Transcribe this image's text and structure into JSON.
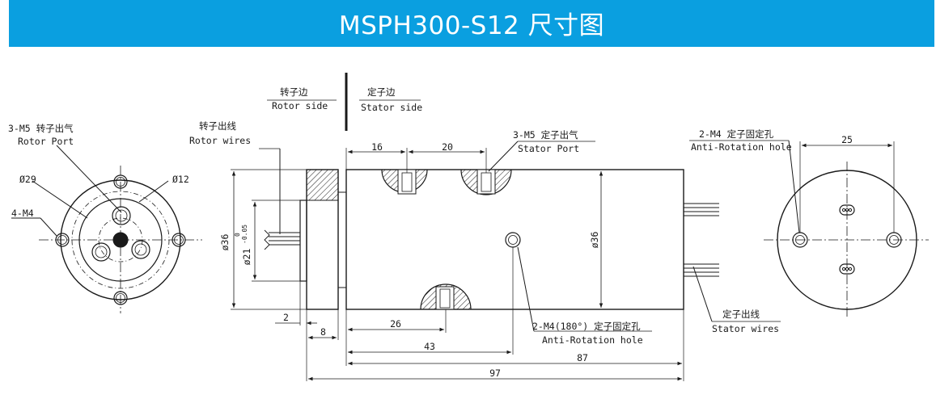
{
  "banner": {
    "title": "MSPH300-S12 尺寸图"
  },
  "side_labels": {
    "rotor_cn": "转子边",
    "rotor_en": "Rotor side",
    "stator_cn": "定子边",
    "stator_en": "Stator side"
  },
  "callouts": {
    "rotor_port_cn": "3-M5 转子出气",
    "rotor_port_en": "Rotor Port",
    "rotor_wires_cn": "转子出线",
    "rotor_wires_en": "Rotor wires",
    "stator_port_cn": "3-M5 定子出气",
    "stator_port_en": "Stator Port",
    "anti_rot_right_cn": "2-M4 定子固定孔",
    "anti_rot_right_en": "Anti-Rotation hole",
    "stator_wires_cn": "定子出线",
    "stator_wires_en": "Stator wires",
    "anti_rot_bottom_cn": "2-M4(180°) 定子固定孔",
    "anti_rot_bottom_en": "Anti-Rotation hole"
  },
  "dimensions": {
    "d29": "Ø29",
    "d12": "Ø12",
    "holes_4m4": "4-M4",
    "d36_left": "ø36",
    "d21": "ø21",
    "d21_tol_upper": "0",
    "d21_tol_lower": "-0.05",
    "d36_right": "ø36",
    "len_16": "16",
    "len_20": "20",
    "len_25": "25",
    "len_2": "2",
    "len_8": "8",
    "len_26": "26",
    "len_43": "43",
    "len_87": "87",
    "len_97": "97"
  },
  "colors": {
    "banner": "#0a9fe0",
    "line": "#1a1a1a"
  }
}
